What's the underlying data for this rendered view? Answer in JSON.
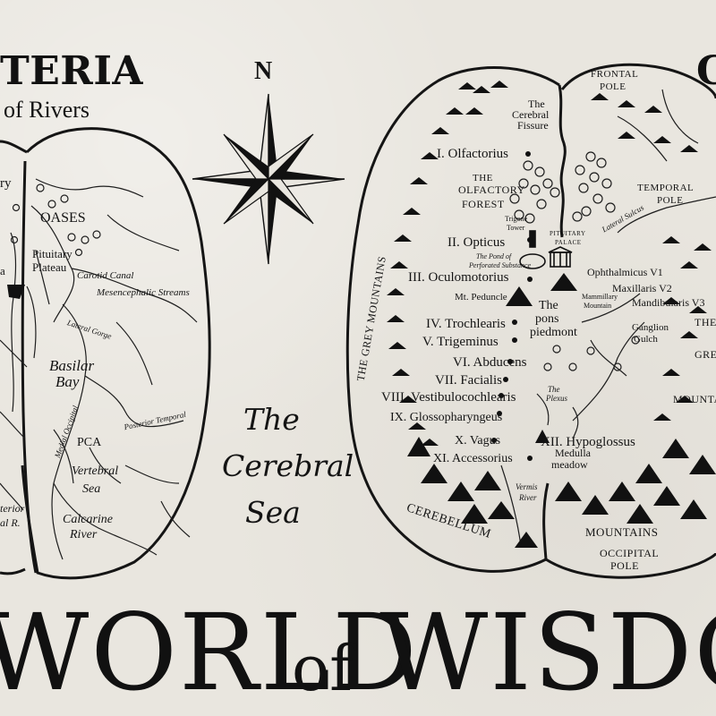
{
  "title": {
    "left_fragment": "TERIA",
    "left_subtitle": "of Rivers",
    "right_fragment": "C",
    "bottom_world": "WORLD",
    "bottom_of": "of",
    "bottom_wisdom": "WISDO"
  },
  "compass": {
    "north": "N"
  },
  "sea": {
    "line1": "The",
    "line2": "Cerebral",
    "line3": "Sea"
  },
  "left_map": {
    "labels": [
      "OASES",
      "Pituitary",
      "Plateau",
      "Carotid Canal",
      "Mesencephalic Streams",
      "Lateral Gorge",
      "Basilar",
      "Bay",
      "PCA",
      "Vertebral",
      "Sea",
      "Posterior Temporal",
      "Medial Occipital",
      "Calcarine",
      "River",
      "terior",
      "al R.",
      "ry",
      "a"
    ]
  },
  "right_map": {
    "regions": [
      "FRONTAL",
      "POLE",
      "The",
      "Cerebral",
      "Fissure",
      "THE",
      "OLFACTORY",
      "FOREST",
      "TEMPORAL",
      "POLE",
      "Lateral Sulcus",
      "Trigone",
      "Tower",
      "PITUITARY",
      "PALACE",
      "The Pond of",
      "Perforated Substance",
      "Mt. Peduncle",
      "Mammillary",
      "Mountain",
      "The",
      "pons",
      "piedmont",
      "Ganglion",
      "Gulch",
      "THE GREY MOUNTAINS",
      "The",
      "Plexus",
      "Medulla",
      "meadow",
      "Vermis",
      "River",
      "CEREBELLUM",
      "MOUNTAINS",
      "OCCIPITAL",
      "POLE",
      "THE",
      "GREY",
      "MOUNTAI"
    ],
    "nerves": [
      "I. Olfactorius",
      "II. Opticus",
      "III. Oculomotorius",
      "IV. Trochlearis",
      "V. Trigeminus",
      "VI. Abducens",
      "VII. Facialis",
      "VIII. Vestibulocochlearis",
      "IX. Glossopharyngeus",
      "X. Vagus",
      "XI. Accessorius",
      "XII. Hypoglossus",
      "Ophthalmicus V1",
      "Maxillaris V2",
      "Mandibularis V3"
    ]
  }
}
